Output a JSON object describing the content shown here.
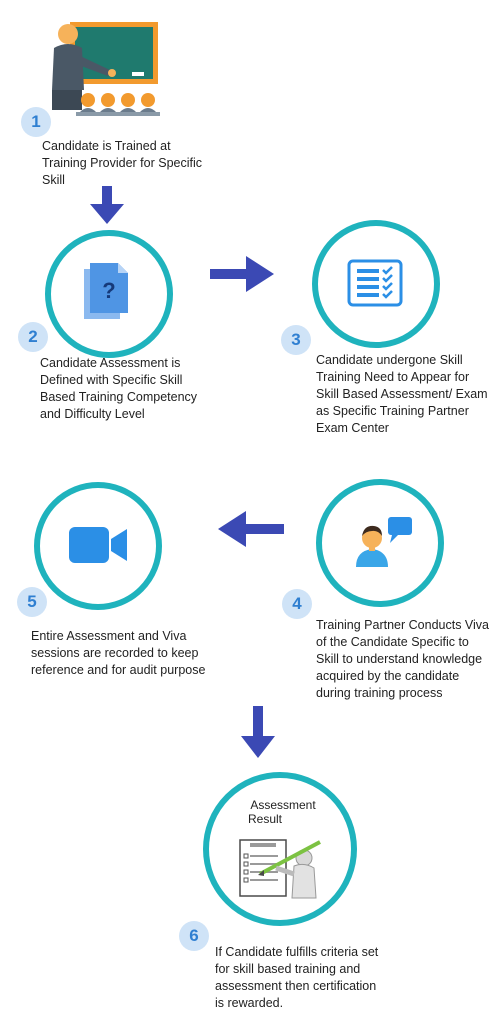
{
  "steps": [
    {
      "number": "1",
      "text": "Candidate is Trained at\nTraining Provider for Specific\nSkill",
      "icon": "teacher-classroom-icon"
    },
    {
      "number": "2",
      "text": "Candidate Assessment is\nDefined with Specific Skill\nBased Training Competency\nand Difficulty Level",
      "icon": "question-document-icon"
    },
    {
      "number": "3",
      "text": "Candidate undergone Skill\nTraining Need to Appear for\nSkill Based Assessment/ Exam\nas Specific Training Partner\nExam Center",
      "icon": "checklist-icon"
    },
    {
      "number": "4",
      "text": "Training Partner Conducts Viva\nof the Candidate Specific to\nSkill to understand knowledge\nacquired by the candidate\nduring training process",
      "icon": "person-chat-icon"
    },
    {
      "number": "5",
      "text": "Entire Assessment and Viva\nsessions are recorded to keep\nreference and for audit purpose",
      "icon": "video-camera-icon"
    },
    {
      "number": "6",
      "text": "If Candidate  fulfills criteria set\nfor skill based training and\nassessment then certification\nis rewarded.",
      "icon": "assessment-result-icon"
    }
  ],
  "result_label": {
    "line1": "Assessment",
    "line2": "Result"
  },
  "colors": {
    "ring": "#1fb3bd",
    "arrow": "#3b49b4",
    "badge_bg": "#cfe3f7",
    "badge_text": "#2f7fd1",
    "icon_blue": "#2b8fe6"
  }
}
